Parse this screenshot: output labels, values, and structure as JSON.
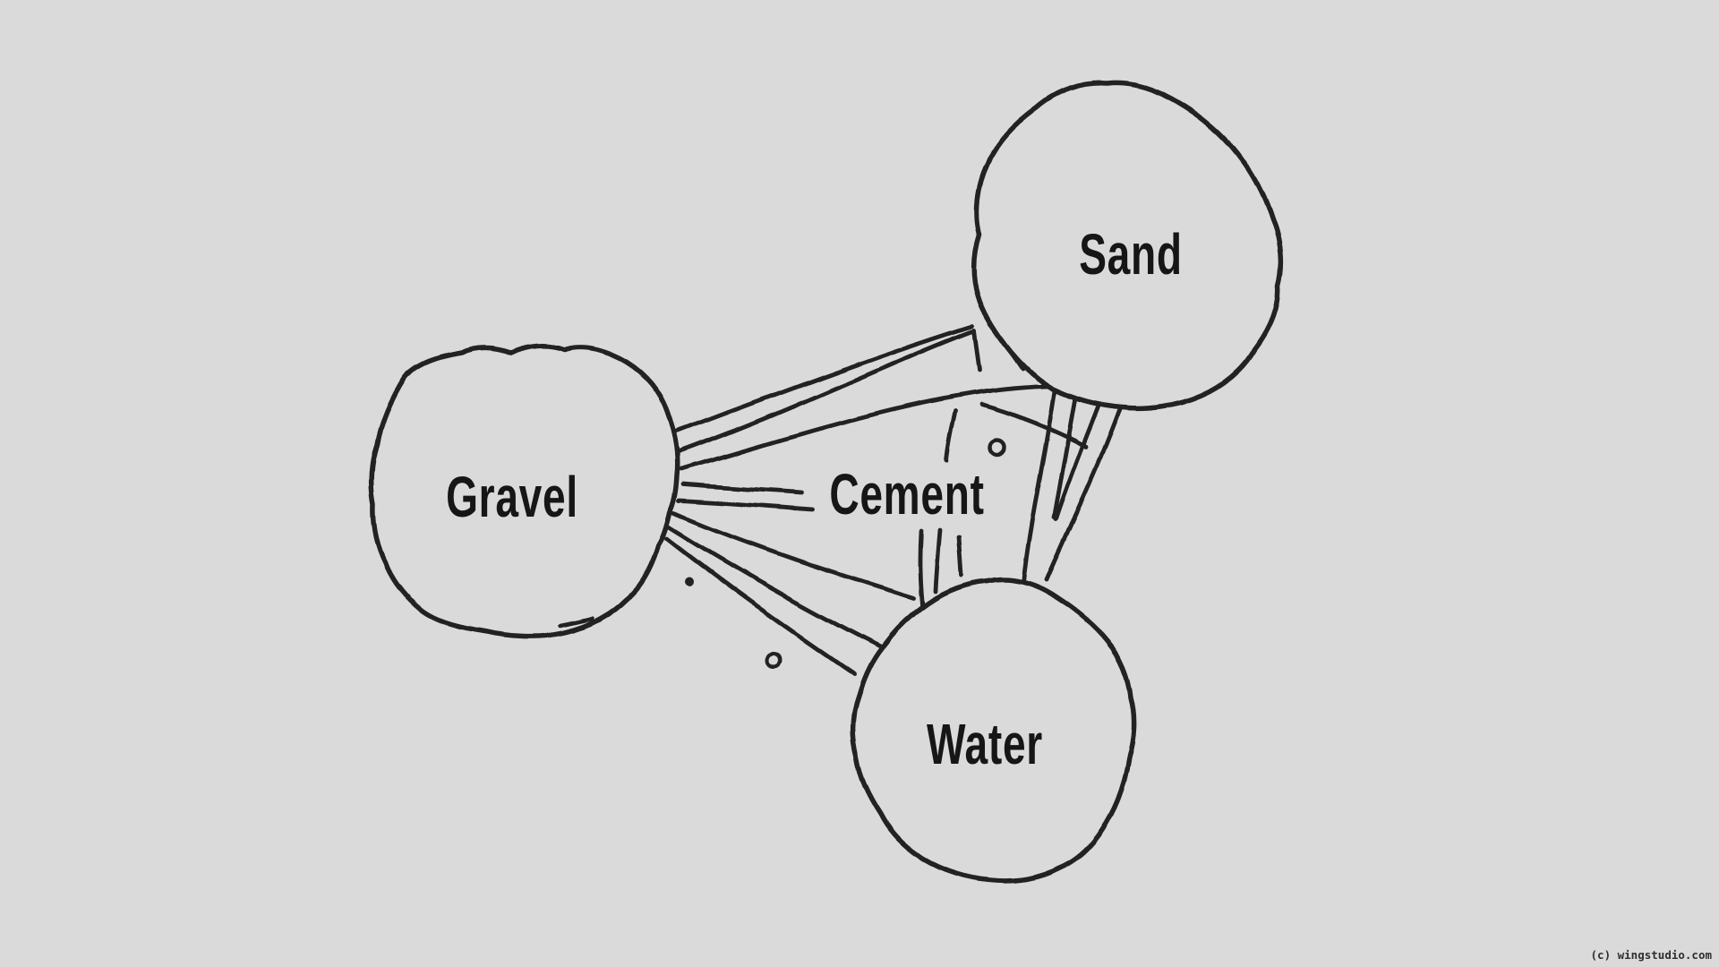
{
  "diagram": {
    "type": "hand-drawn-concept-map",
    "background_color": "#dadada",
    "ink_color": "#232323",
    "nodes": [
      {
        "id": "gravel",
        "label": "Gravel",
        "shape": "blob"
      },
      {
        "id": "sand",
        "label": "Sand",
        "shape": "blob"
      },
      {
        "id": "water",
        "label": "Water",
        "shape": "blob"
      },
      {
        "id": "cement",
        "label": "Cement",
        "shape": "text-only-center"
      }
    ],
    "edges": [
      {
        "from": "gravel",
        "to": "sand",
        "stroke_count": 3
      },
      {
        "from": "gravel",
        "to": "cement",
        "stroke_count": 2
      },
      {
        "from": "gravel",
        "to": "water",
        "stroke_count": 3
      },
      {
        "from": "sand",
        "to": "cement",
        "stroke_count": 3
      },
      {
        "from": "sand",
        "to": "water",
        "stroke_count": 4
      },
      {
        "from": "cement",
        "to": "water",
        "stroke_count": 3
      }
    ],
    "decorations": [
      {
        "type": "dot",
        "near": "gravel-water-lines"
      },
      {
        "type": "ring",
        "near": "gravel-water-lines"
      },
      {
        "type": "ring",
        "near": "cement-sand-lines"
      }
    ]
  },
  "watermark": {
    "text": "(c) wingstudio.com"
  }
}
